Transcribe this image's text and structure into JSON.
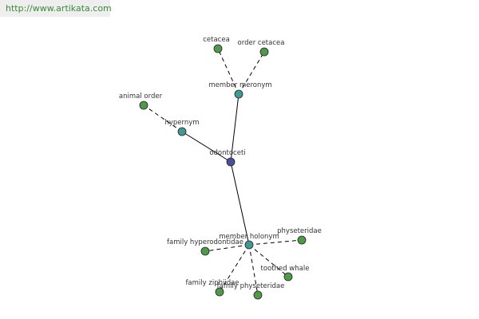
{
  "watermark": {
    "text": "http://www.artikata.com"
  },
  "graph": {
    "colors": {
      "center": "#4a4f9a",
      "relation": "#3f9a94",
      "leaf": "#4f9a4a",
      "edge": "#000000"
    },
    "nodes": [
      {
        "id": "odontoceti",
        "label": "odontoceti",
        "kind": "center"
      },
      {
        "id": "member-meronym",
        "label": "member meronym",
        "kind": "relation"
      },
      {
        "id": "hypernym",
        "label": "hypernym",
        "kind": "relation"
      },
      {
        "id": "member-holonym",
        "label": "member holonym",
        "kind": "relation"
      },
      {
        "id": "cetacea",
        "label": "cetacea",
        "kind": "leaf"
      },
      {
        "id": "order-cetacea",
        "label": "order cetacea",
        "kind": "leaf"
      },
      {
        "id": "animal-order",
        "label": "animal order",
        "kind": "leaf"
      },
      {
        "id": "physeteridae",
        "label": "physeteridae",
        "kind": "leaf"
      },
      {
        "id": "family-hyperodontidae",
        "label": "family hyperodontidae",
        "kind": "leaf"
      },
      {
        "id": "toothed-whale",
        "label": "toothed whale",
        "kind": "leaf"
      },
      {
        "id": "family-ziphiidae",
        "label": "family ziphiidae",
        "kind": "leaf"
      },
      {
        "id": "family-physeteridae",
        "label": "family physeteridae",
        "kind": "leaf"
      }
    ],
    "edges": [
      {
        "from": "odontoceti",
        "to": "member-meronym",
        "style": "solid"
      },
      {
        "from": "odontoceti",
        "to": "hypernym",
        "style": "solid"
      },
      {
        "from": "odontoceti",
        "to": "member-holonym",
        "style": "solid"
      },
      {
        "from": "member-meronym",
        "to": "cetacea",
        "style": "dashed"
      },
      {
        "from": "member-meronym",
        "to": "order-cetacea",
        "style": "dashed"
      },
      {
        "from": "hypernym",
        "to": "animal-order",
        "style": "dashed"
      },
      {
        "from": "member-holonym",
        "to": "physeteridae",
        "style": "dashed"
      },
      {
        "from": "member-holonym",
        "to": "family-hyperodontidae",
        "style": "dashed"
      },
      {
        "from": "member-holonym",
        "to": "toothed-whale",
        "style": "dashed"
      },
      {
        "from": "member-holonym",
        "to": "family-ziphiidae",
        "style": "dashed"
      },
      {
        "from": "member-holonym",
        "to": "family-physeteridae",
        "style": "dashed"
      }
    ]
  }
}
